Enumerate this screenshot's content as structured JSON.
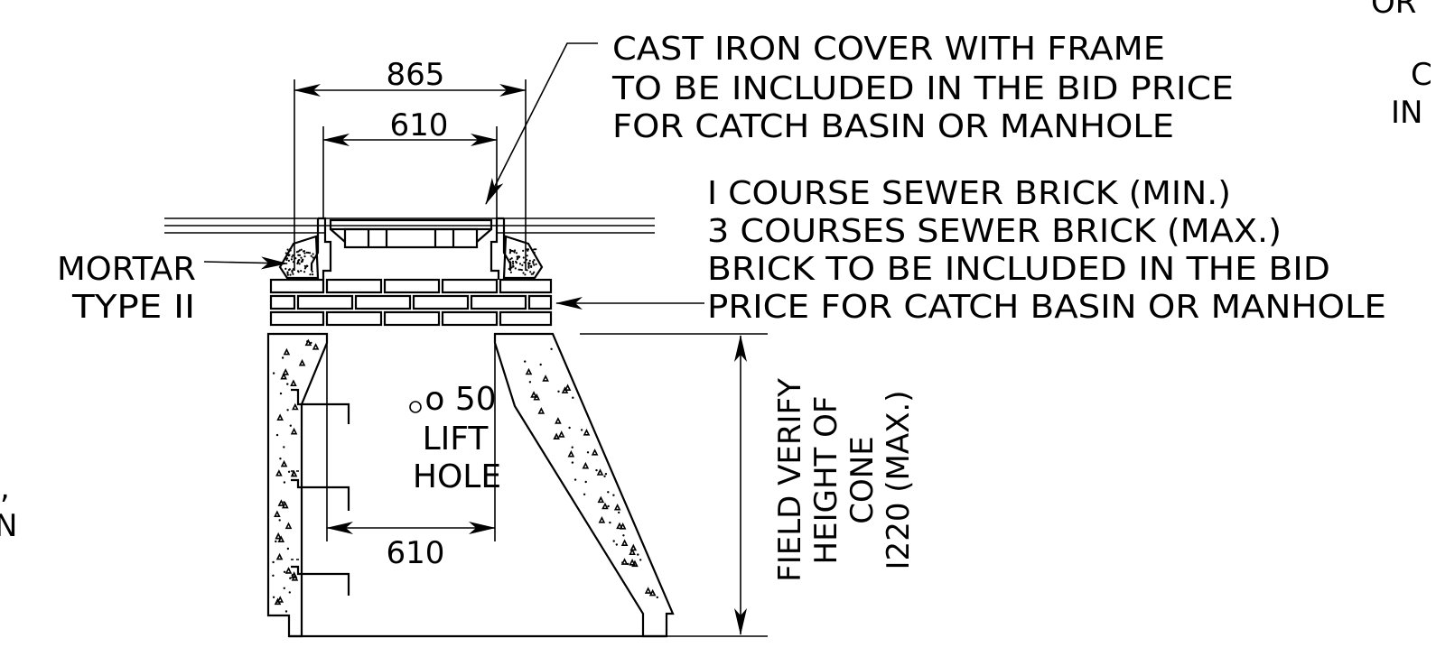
{
  "labels": {
    "dim_top": "865",
    "dim_inner_top": "610",
    "dim_bottom": "610",
    "cover_note": [
      "CAST IRON COVER WITH FRAME",
      "TO BE INCLUDED IN THE BID PRICE",
      "FOR CATCH BASIN OR MANHOLE"
    ],
    "brick_note": [
      "I COURSE SEWER BRICK (MIN.)",
      "3 COURSES SEWER BRICK (MAX.)",
      "BRICK TO BE INCLUDED IN THE BID",
      "PRICE FOR CATCH BASIN OR MANHOLE"
    ],
    "mortar_note": [
      "MORTAR",
      "TYPE II"
    ],
    "lift_hole_note": [
      "o 50",
      "LIFT",
      "HOLE"
    ],
    "cone_note": [
      "FIELD VERIFY",
      "HEIGHT OF",
      "CONE",
      "I220 (MAX.)"
    ],
    "cut_right": [
      "OR",
      "C",
      "IN"
    ],
    "cut_left": [
      ",",
      "N"
    ]
  },
  "colors": {
    "ink": "#000000",
    "background": "#ffffff"
  }
}
